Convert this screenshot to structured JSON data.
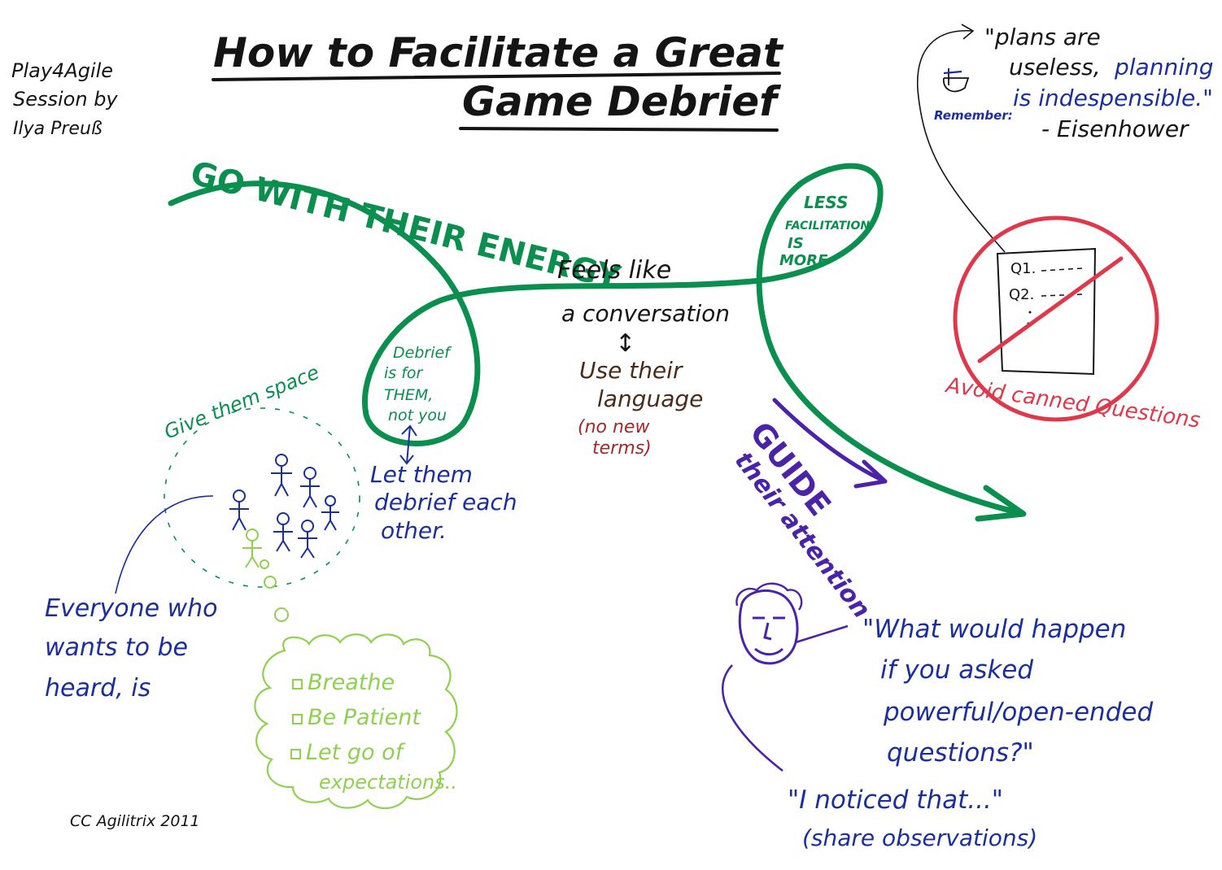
{
  "title": {
    "line1": "How to Facilitate a Great",
    "line2": "Game Debrief"
  },
  "author": {
    "line1": "Play4Agile",
    "line2": "Session by",
    "line3": "Ilya Preuß"
  },
  "credit": "CC Agilitrix 2011",
  "quote": {
    "line1": "\"plans are",
    "line2": "useless,",
    "line2b": "planning",
    "line3": "is indespensible.\"",
    "line4": "- Eisenhower",
    "remember": "Remember:"
  },
  "green_path": {
    "label": "GO WITH THEIR ENERGY",
    "loop_left": [
      "Debrief",
      "is for",
      "THEM,",
      "not you"
    ],
    "loop_right": [
      "LESS",
      "FACILITATION",
      "IS",
      "MORE"
    ]
  },
  "middle": {
    "feels1": "Feels like",
    "feels2": "a conversation",
    "arrow": "↕",
    "lang1": "Use their",
    "lang2": "language",
    "lang3": "(no new",
    "lang4": "terms)"
  },
  "canned": {
    "q1": "Q1.",
    "q2": "Q2.",
    "label": "Avoid canned Questions"
  },
  "space": {
    "label": "Give them space",
    "heard1": "Everyone who",
    "heard2": "wants to be",
    "heard3": "heard, is"
  },
  "let_them": [
    "Let them",
    "debrief each",
    "other."
  ],
  "cloud": {
    "items": [
      "Breathe",
      "Be Patient",
      "Let go of"
    ],
    "cont": "expectations.."
  },
  "guide": {
    "line1": "GUIDE",
    "line2": "their attention"
  },
  "questions": {
    "q1": "\"What would happen",
    "q2": "if you asked",
    "q3": "powerful/open-ended",
    "q4": "questions?\"",
    "noticed": "\"I noticed that...\"",
    "share": "(share observations)"
  },
  "colors": {
    "green": "#0a8f4e",
    "light_green": "#8fd14f",
    "blue": "#1a2f9c",
    "purple": "#4b23a8",
    "red": "#e0384b",
    "brown": "#4a2a18",
    "black": "#141414",
    "brown_red": "#a02a2a"
  }
}
